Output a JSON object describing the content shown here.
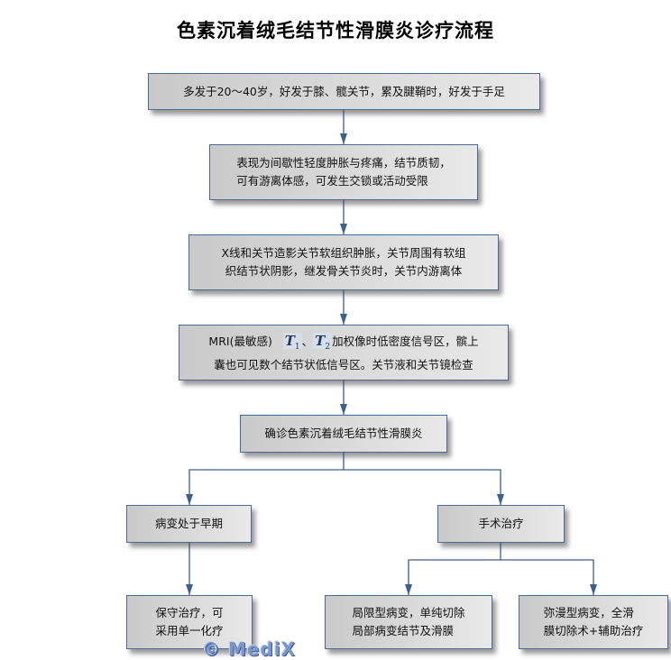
{
  "title": "色素沉着绒毛结节性滑膜炎诊疗流程",
  "nodes": {
    "epidemiology": {
      "lines": [
        "多发于20～40岁，好发于膝、髋关节，累及腱鞘时，好发于手足"
      ]
    },
    "symptoms": {
      "lines": [
        "表现为间歇性轻度肿胀与疼痛，结节质韧，",
        "可有游离体感，可发生交锁或活动受限"
      ]
    },
    "xray": {
      "lines": [
        "X线和关节造影关节软组织肿胀，关节周围有软组",
        "织结节状阴影，继发骨关节炎时，关节内游离体"
      ]
    },
    "mri": {
      "prefix": "MRI(最敏感)",
      "t1": "T",
      "t1_sub": "1",
      "sep": "、",
      "t2": "T",
      "t2_sub": "2",
      "line1_rest": "加权像时低密度信号区，髌上",
      "line2": "囊也可见数个结节状低信号区。关节液和关节镜检查"
    },
    "diagnosis": {
      "lines": [
        "确诊色素沉着绒毛结节性滑膜炎"
      ]
    },
    "early": {
      "lines": [
        "病变处于早期"
      ]
    },
    "surgery": {
      "lines": [
        "手术治疗"
      ]
    },
    "conservative": {
      "lines": [
        "保守治疗，可",
        "采用单一化疗"
      ]
    },
    "localized": {
      "lines": [
        "局限型病变，单纯切除",
        "局部病变结节及滑膜"
      ]
    },
    "diffuse": {
      "lines": [
        "弥漫型病变，全滑",
        "膜切除术+辅助治疗"
      ]
    }
  },
  "colors": {
    "border": "#4a6b94",
    "connector": "#3d5f8c",
    "arrowhead": "#3d5f8c"
  },
  "watermark": "© MediX"
}
